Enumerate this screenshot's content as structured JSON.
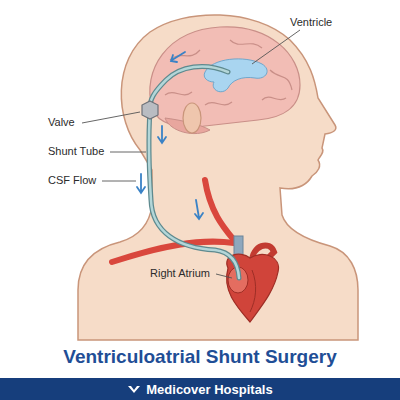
{
  "diagram": {
    "title": "Ventriculoatrial Shunt Surgery",
    "nodes": [
      {
        "text": [
          "Medicover Hospitals"
        ]
      }
    ],
    "labels": [
      "Ventricle",
      "Valve",
      "Shunt Tube",
      "CSF Flow",
      "Right Atrium"
    ]
  }
}
